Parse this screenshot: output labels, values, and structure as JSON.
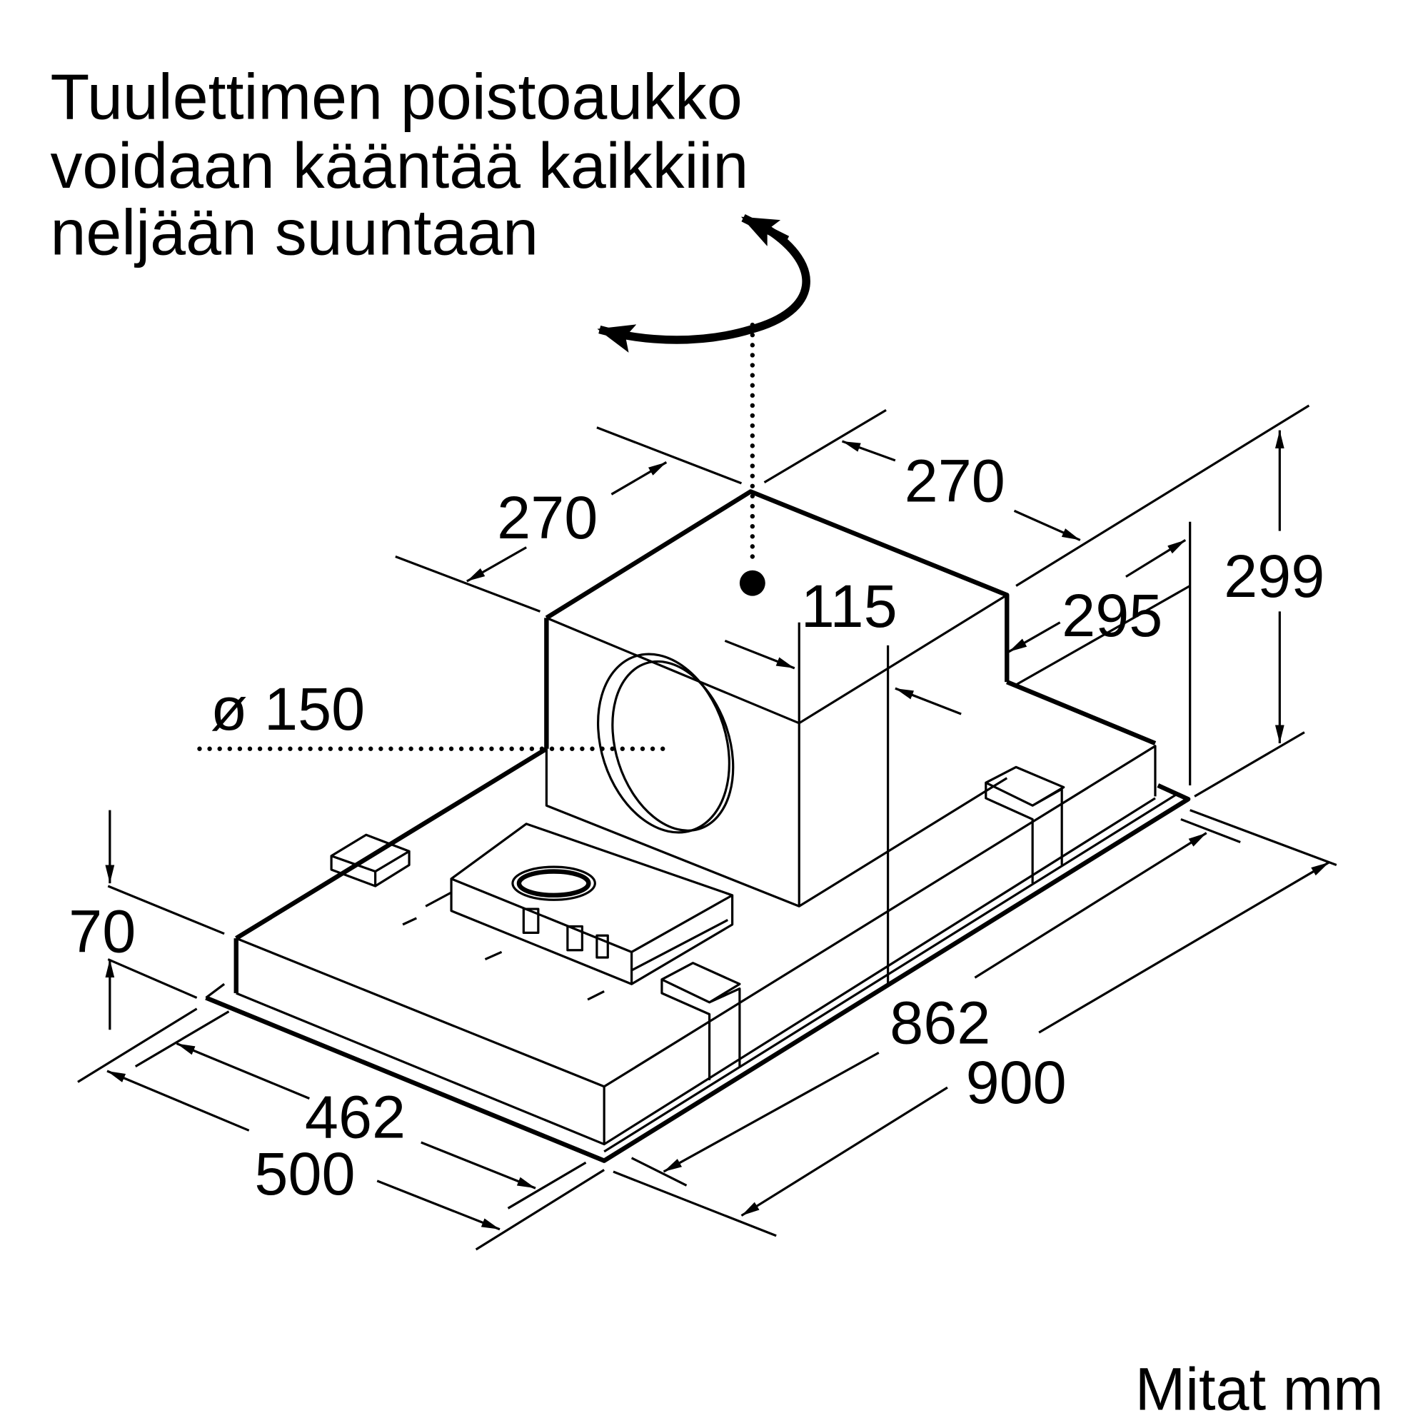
{
  "note": {
    "lines": [
      "Tuulettimen poistoaukko",
      "voidaan kääntää kaikkiin",
      "neljään suuntaan"
    ]
  },
  "dimensions": {
    "d270_left": "270",
    "d270_right": "270",
    "d115": "115",
    "d295": "295",
    "d299": "299",
    "d150": "ø 150",
    "d70": "70",
    "d862": "862",
    "d900": "900",
    "d462": "462",
    "d500": "500"
  },
  "units_label": "Mitat mm"
}
